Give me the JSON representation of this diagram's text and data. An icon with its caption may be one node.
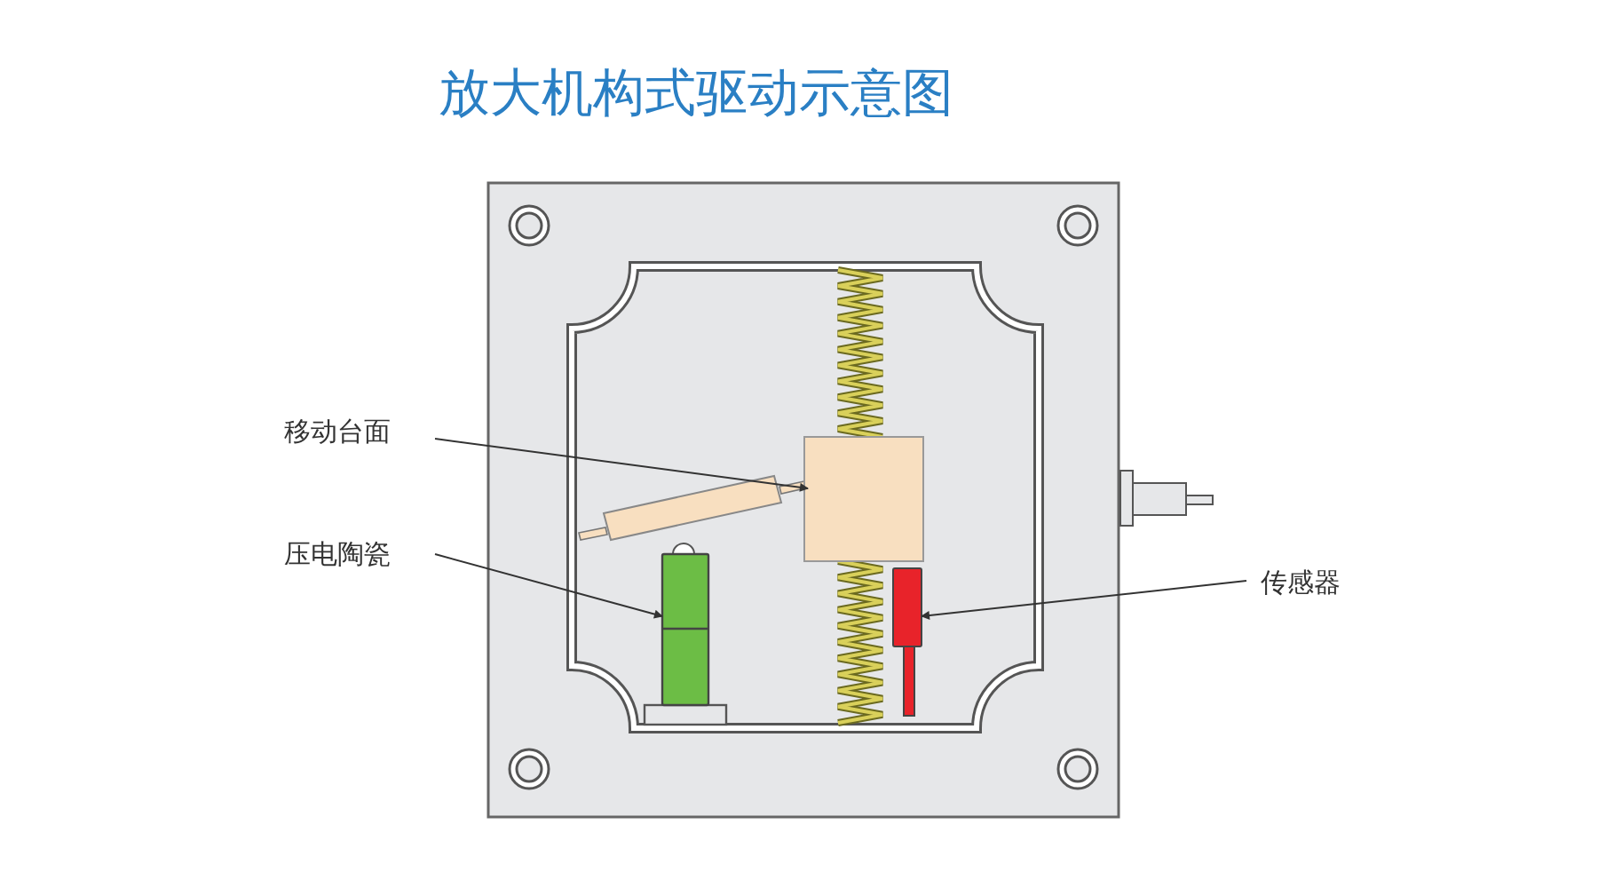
{
  "diagram": {
    "title": "放大机构式驱动示意图",
    "nodes": [
      {
        "text": [
          "移动台面"
        ]
      },
      {
        "text": [],
        "shape": "box"
      },
      {
        "text": [
          "压电陶瓷"
        ]
      },
      {
        "text": [],
        "shape": "bar"
      },
      {
        "text": [
          "传感器"
        ]
      },
      {
        "text": [],
        "shape": "bar"
      }
    ],
    "edges": [
      {
        "from": 0,
        "to": 1,
        "arrow": "to"
      },
      {
        "from": 2,
        "to": 3,
        "arrow": "to"
      },
      {
        "from": 4,
        "to": 5,
        "arrow": "to"
      }
    ]
  }
}
